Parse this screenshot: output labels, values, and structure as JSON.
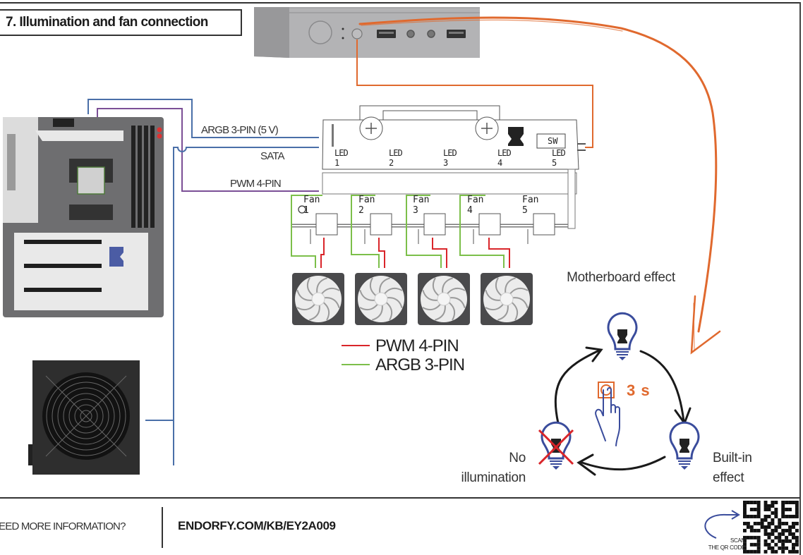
{
  "section": {
    "title": "7. Illumination and fan connection"
  },
  "hub": {
    "inputs": [
      {
        "label": "ARGB 3-PIN (5 V)",
        "color": "#4a6fa8"
      },
      {
        "label": "SATA",
        "color": "#4a6fa8"
      },
      {
        "label": "PWM 4-PIN",
        "color": "#7b4f96"
      }
    ],
    "led_ports": [
      "LED 1",
      "LED 2",
      "LED 3",
      "LED 4",
      "LED 5"
    ],
    "fan_ports": [
      "Fan 1",
      "Fan 2",
      "Fan 3",
      "Fan 4",
      "Fan 5"
    ],
    "switch_label": "SW"
  },
  "legend": [
    {
      "label": "PWM 4-PIN",
      "color": "#d9252a"
    },
    {
      "label": "ARGB 3-PIN",
      "color": "#7cbf4a"
    }
  ],
  "modes": {
    "top": "Motherboard effect",
    "right": "Built-in effect",
    "left": "No illumination",
    "hold_time": "3 s"
  },
  "colors": {
    "accent_orange": "#e0692e",
    "bulb_blue": "#3a4c9c",
    "cross_red": "#d9252a"
  },
  "footer": {
    "question": "NEED MORE INFORMATION?",
    "url": "ENDORFY.COM/KB/EY2A009",
    "scan_line1": "SCAN",
    "scan_line2": "THE QR CODE"
  }
}
